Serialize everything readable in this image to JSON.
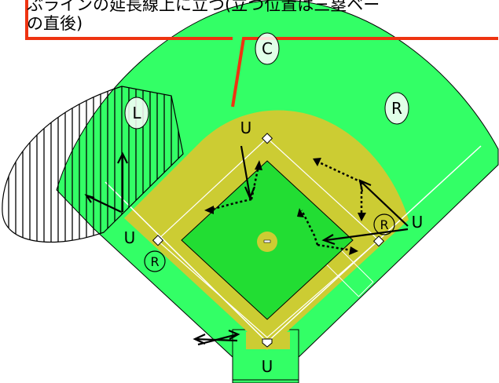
{
  "callout": {
    "line1": "ぶラインの延長線上に立つ(立つ位置は三塁ベー",
    "line2": "の直後)"
  },
  "labels": {
    "center_fielder": "C",
    "left_fielder": "L",
    "right_fielder": "R",
    "runner_first": "R",
    "runner_third": "R",
    "umpire_second": "U",
    "umpire_first": "U",
    "umpire_third": "U",
    "umpire_home": "U"
  },
  "colors": {
    "outfield": "#33ff66",
    "infield_dirt": "#cccc33",
    "infield_grass": "#22dd33",
    "callout_border": "#ee3311",
    "arrow": "#000000"
  }
}
